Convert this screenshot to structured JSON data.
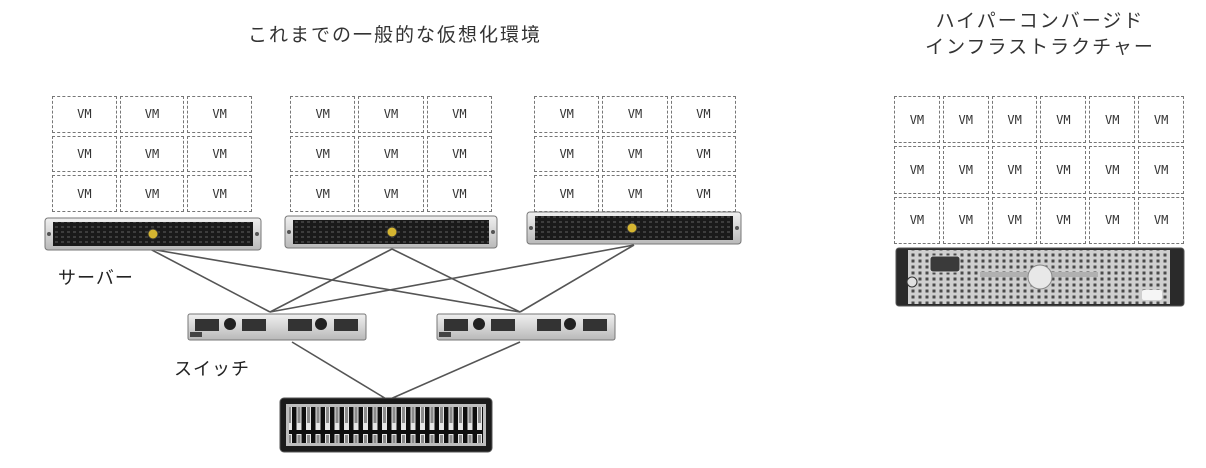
{
  "left_title": "これまでの一般的な仮想化環境",
  "right_title_line1": "ハイパーコンバージド",
  "right_title_line2": "インフラストラクチャー",
  "server_label": "サーバー",
  "switch_label": "スイッチ",
  "vm_label": "VM",
  "left_servers": [
    {
      "vm_count": 9
    },
    {
      "vm_count": 9
    },
    {
      "vm_count": 9
    }
  ],
  "hci": {
    "vm_count": 18
  }
}
